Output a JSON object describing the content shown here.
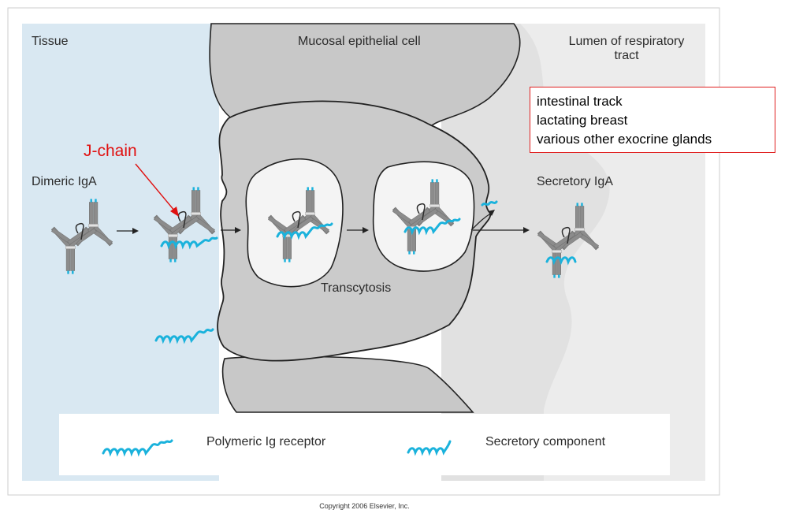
{
  "regions": {
    "tissue": "Tissue",
    "cell": "Mucosal epithelial cell",
    "lumen_line1": "Lumen of  respiratory",
    "lumen_line2": "tract"
  },
  "labels": {
    "dimeric": "Dimeric IgA",
    "jchain": "J-chain",
    "transcytosis": "Transcytosis",
    "secretory": "Secretory IgA"
  },
  "annotation_box": {
    "lines": [
      "intestinal track",
      "lactating breast",
      "various other exocrine glands"
    ]
  },
  "legend": {
    "receptor": "Polymeric Ig receptor",
    "component": "Secretory component"
  },
  "copyright": "Copyright 2006 Elsevier, Inc.",
  "colors": {
    "tissue_bg": "#d9e8f2",
    "cell": "#c9c9c9",
    "lumen_bg": "#ececec",
    "vesicle": "#f4f4f4",
    "antibody": "#8a8a8a",
    "receptor": "#1ab2dc",
    "jchain_label": "#e01010"
  }
}
